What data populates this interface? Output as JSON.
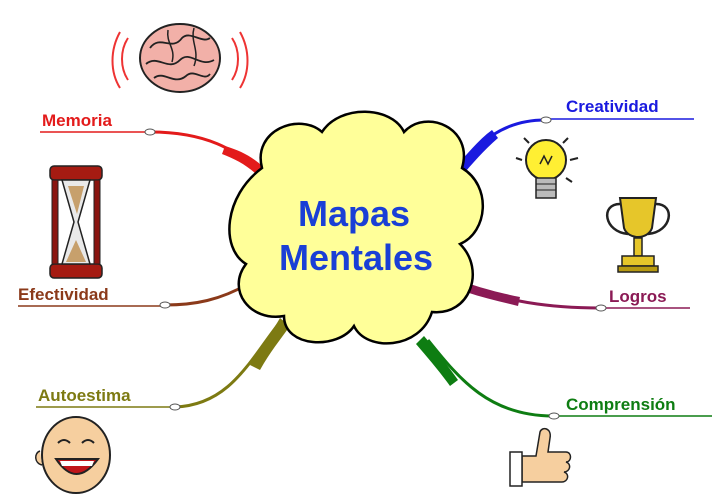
{
  "center": {
    "line1": "Mapas",
    "line2": "Mentales",
    "text_color": "#1a3fd6",
    "fill": "#ffff99"
  },
  "branches": [
    {
      "id": "memoria",
      "label": "Memoria",
      "color": "#e31b1b",
      "icon": "brain-icon"
    },
    {
      "id": "efectividad",
      "label": "Efectividad",
      "color": "#8b3a1a",
      "icon": "hourglass-icon"
    },
    {
      "id": "autoestima",
      "label": "Autoestima",
      "color": "#7d7a12",
      "icon": "laughing-face-icon"
    },
    {
      "id": "creatividad",
      "label": "Creatividad",
      "color": "#1a1adf",
      "icon": "lightbulb-icon"
    },
    {
      "id": "logros",
      "label": "Logros",
      "color": "#8b1a55",
      "icon": "trophy-icon"
    },
    {
      "id": "comprension",
      "label": "Comprensión",
      "color": "#0e7d12",
      "icon": "thumbs-up-icon"
    }
  ]
}
